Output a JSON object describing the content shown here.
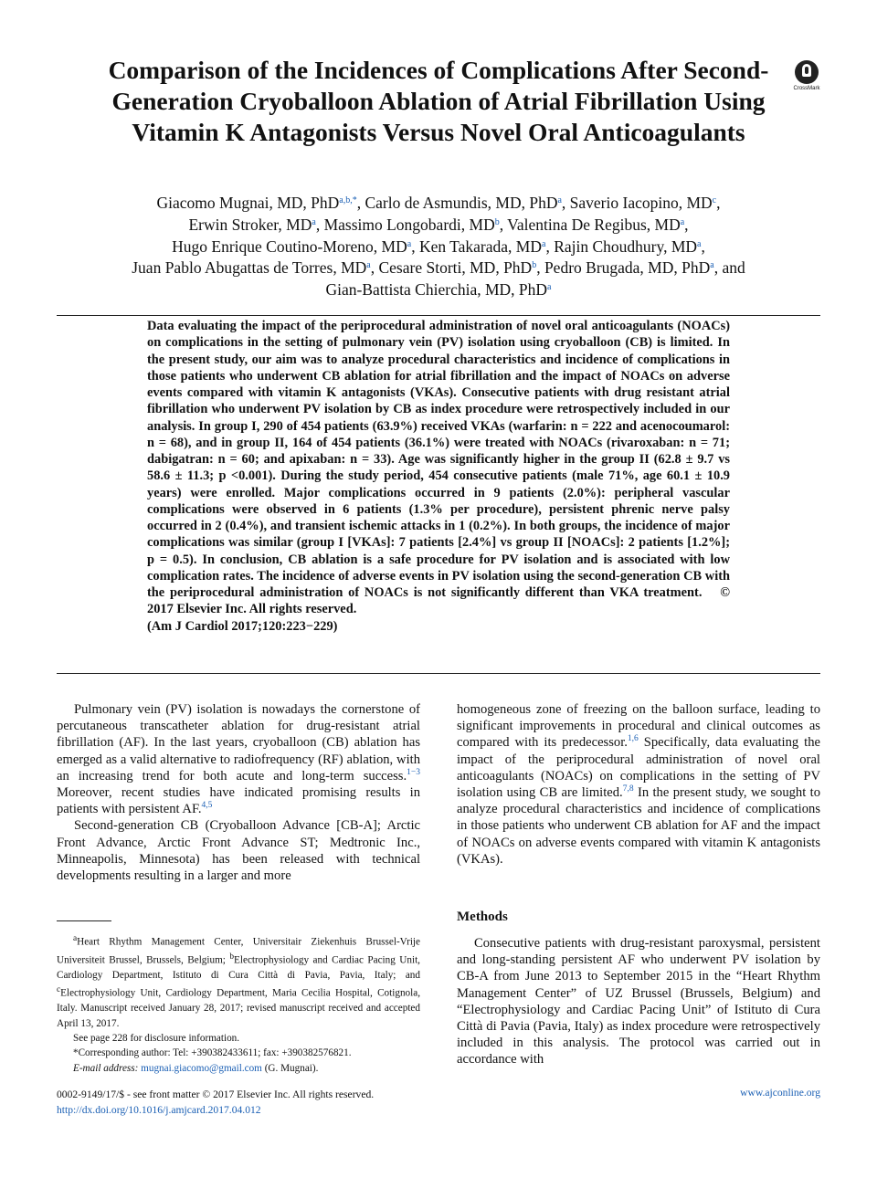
{
  "title": "Comparison of the Incidences of Complications After Second-Generation Cryoballoon Ablation of Atrial Fibrillation Using Vitamin K Antagonists Versus Novel Oral Anticoagulants",
  "crossmark_label": "CrossMark",
  "authors": [
    {
      "name": "Giacomo Mugnai, MD, PhD",
      "aff": "a,b,",
      "star": "*",
      "sep": ", "
    },
    {
      "name": "Carlo de Asmundis, MD, PhD",
      "aff": "a",
      "sep": ", "
    },
    {
      "name": "Saverio Iacopino, MD",
      "aff": "c",
      "sep": ", "
    },
    {
      "name": "Erwin Stroker, MD",
      "aff": "a",
      "sep": ", "
    },
    {
      "name": "Massimo Longobardi, MD",
      "aff": "b",
      "sep": ", "
    },
    {
      "name": "Valentina De Regibus, MD",
      "aff": "a",
      "sep": ", "
    },
    {
      "name": "Hugo Enrique Coutino-Moreno, MD",
      "aff": "a",
      "sep": ", "
    },
    {
      "name": "Ken Takarada, MD",
      "aff": "a",
      "sep": ", "
    },
    {
      "name": "Rajin Choudhury, MD",
      "aff": "a",
      "sep": ", "
    },
    {
      "name": "Juan Pablo Abugattas de Torres, MD",
      "aff": "a",
      "sep": ", "
    },
    {
      "name": "Cesare Storti, MD, PhD",
      "aff": "b",
      "sep": ", "
    },
    {
      "name": "Pedro Brugada, MD, PhD",
      "aff": "a",
      "sep": ", and "
    },
    {
      "name": "Gian-Battista Chierchia, MD, PhD",
      "aff": "a",
      "sep": ""
    }
  ],
  "abstract": "Data evaluating the impact of the periprocedural administration of novel oral anticoagulants (NOACs) on complications in the setting of pulmonary vein (PV) isolation using cryoballoon (CB) is limited. In the present study, our aim was to analyze procedural characteristics and incidence of complications in those patients who underwent CB ablation for atrial fibrillation and the impact of NOACs on adverse events compared with vitamin K antagonists (VKAs). Consecutive patients with drug resistant atrial fibrillation who underwent PV isolation by CB as index procedure were retrospectively included in our analysis. In group I, 290 of 454 patients (63.9%) received VKAs (warfarin: n = 222 and acenocoumarol: n = 68), and in group II, 164 of 454 patients (36.1%) were treated with NOACs (rivaroxaban: n = 71; dabigatran: n = 60; and apixaban: n = 33). Age was significantly higher in the group II (62.8 ± 9.7 vs 58.6 ± 11.3; p <0.001). During the study period, 454 consecutive patients (male 71%, age 60.1 ± 10.9 years) were enrolled. Major complications occurred in 9 patients (2.0%): peripheral vascular complications were observed in 6 patients (1.3% per procedure), persistent phrenic nerve palsy occurred in 2 (0.4%), and transient ischemic attacks in 1 (0.2%). In both groups, the incidence of major complications was similar (group I [VKAs]: 7 patients [2.4%] vs group II [NOACs]: 2 patients [1.2%]; p = 0.5). In conclusion, CB ablation is a safe procedure for PV isolation and is associated with low complication rates. The incidence of adverse events in PV isolation using the second-generation CB with the periprocedural administration of NOACs is not significantly different than VKA treatment.",
  "copyright": "© 2017 Elsevier Inc. All rights reserved.",
  "citation": "(Am J Cardiol 2017;120:223−229)",
  "left_col": {
    "p1a": "Pulmonary vein (PV) isolation is nowadays the cornerstone of percutaneous transcatheter ablation for drug-resistant atrial fibrillation (AF). In the last years, cryoballoon (CB) ablation has emerged as a valid alternative to radiofrequency (RF) ablation, with an increasing trend for both acute and long-term success.",
    "p1_ref1": "1−3",
    "p1b": " Moreover, recent studies have indicated promising results in patients with persistent AF.",
    "p1_ref2": "4,5",
    "p2": "Second-generation CB (Cryoballoon Advance [CB-A]; Arctic Front Advance, Arctic Front Advance ST; Medtronic Inc., Minneapolis, Minnesota) has been released with technical developments resulting in a larger and more"
  },
  "right_col": {
    "p1a": "homogeneous zone of freezing on the balloon surface, leading to significant improvements in procedural and clinical outcomes as compared with its predecessor.",
    "p1_ref1": "1,6",
    "p1b": " Specifically, data evaluating the impact of the periprocedural administration of novel oral anticoagulants (NOACs) on complications in the setting of PV isolation using CB are limited.",
    "p1_ref2": "7,8",
    "p1c": " In the present study, we sought to analyze procedural characteristics and incidence of complications in those patients who underwent CB ablation for AF and the impact of NOACs on adverse events compared with vitamin K antagonists (VKAs).",
    "methods_heading": "Methods",
    "p2": "Consecutive patients with drug-resistant paroxysmal, persistent and long-standing persistent AF who underwent PV isolation by CB-A from June 2013 to September 2015 in the “Heart Rhythm Management Center” of UZ Brussel (Brussels, Belgium) and “Electrophysiology and Cardiac Pacing Unit” of Istituto di Cura Città di Pavia (Pavia, Italy) as index procedure were retrospectively included in this analysis. The protocol was carried out in accordance with"
  },
  "footnotes": {
    "aff_a_mark": "a",
    "aff_a": "Heart Rhythm Management Center, Universitair Ziekenhuis Brussel-Vrije Universiteit Brussel, Brussels, Belgium; ",
    "aff_b_mark": "b",
    "aff_b": "Electrophysiology and Cardiac Pacing Unit, Cardiology Department, Istituto di Cura Città di Pavia, Pavia, Italy; and ",
    "aff_c_mark": "c",
    "aff_c": "Electrophysiology Unit, Cardiology Department, Maria Cecilia Hospital, Cotignola, Italy. Manuscript received January 28, 2017; revised manuscript received and accepted April 13, 2017.",
    "disclosure": "See page 228 for disclosure information.",
    "corresponding": "*Corresponding author: Tel: +390382433611; fax: +390382576821.",
    "email_label": "E-mail address:",
    "email": "mugnai.giacomo@gmail.com",
    "email_suffix": " (G. Mugnai)."
  },
  "footer": {
    "issn": "0002-9149/17/$ - see front matter © 2017 Elsevier Inc. All rights reserved.",
    "doi": "http://dx.doi.org/10.1016/j.amjcard.2017.04.012",
    "website": "www.ajconline.org"
  }
}
